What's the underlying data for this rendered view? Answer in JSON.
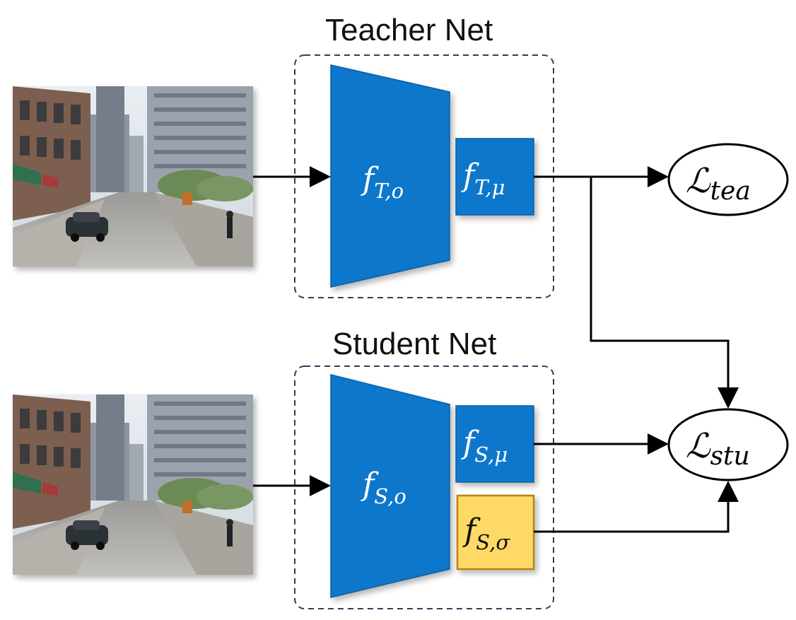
{
  "teacher": {
    "title": "Teacher Net",
    "encoder_main": "f",
    "encoder_sub": "T,o",
    "head_mu_main": "f",
    "head_mu_sub": "T,μ"
  },
  "student": {
    "title": "Student Net",
    "encoder_main": "f",
    "encoder_sub": "S,o",
    "head_mu_main": "f",
    "head_mu_sub": "S,μ",
    "head_sigma_main": "f",
    "head_sigma_sub": "S,σ"
  },
  "losses": {
    "teacher_main": "ℒ",
    "teacher_sub": "tea",
    "student_main": "ℒ",
    "student_sub": "stu"
  },
  "colors": {
    "block_blue": "#0F77CC",
    "sigma_yellow": "#FFD966",
    "sigma_border": "#B8860B",
    "dashed_border": "#2F3E5A",
    "arrow": "#000000"
  },
  "images": [
    "street-scene-photo",
    "street-scene-photo"
  ]
}
